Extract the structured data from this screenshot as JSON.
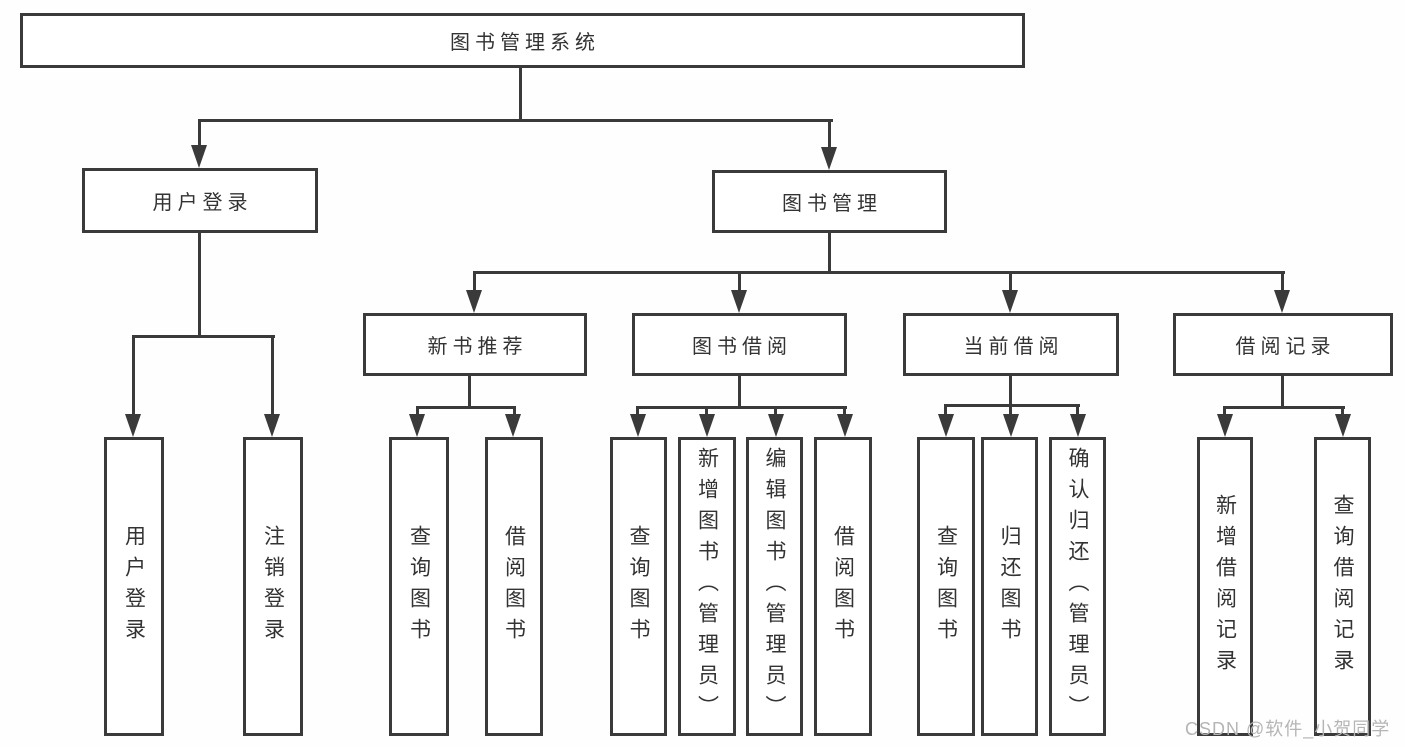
{
  "diagram": {
    "root": {
      "label": "图书管理系统"
    },
    "level2": [
      {
        "label": "用户登录"
      },
      {
        "label": "图书管理"
      }
    ],
    "level3": [
      {
        "label": "新书推荐"
      },
      {
        "label": "图书借阅"
      },
      {
        "label": "当前借阅"
      },
      {
        "label": "借阅记录"
      }
    ],
    "leaves": [
      {
        "label": "用户登录"
      },
      {
        "label": "注销登录"
      },
      {
        "label": "查询图书"
      },
      {
        "label": "借阅图书"
      },
      {
        "label": "查询图书"
      },
      {
        "label": "新增图书（管理员）"
      },
      {
        "label": "编辑图书（管理员）"
      },
      {
        "label": "借阅图书"
      },
      {
        "label": "查询图书"
      },
      {
        "label": "归还图书"
      },
      {
        "label": "确认归还（管理员）"
      },
      {
        "label": "新增借阅记录"
      },
      {
        "label": "查询借阅记录"
      }
    ],
    "colors": {
      "line": "#3a3a3a",
      "text": "#333333",
      "background": "#ffffff",
      "watermark": "#b5b5b5"
    }
  },
  "watermark": {
    "text": "CSDN @软件_小贺同学"
  }
}
